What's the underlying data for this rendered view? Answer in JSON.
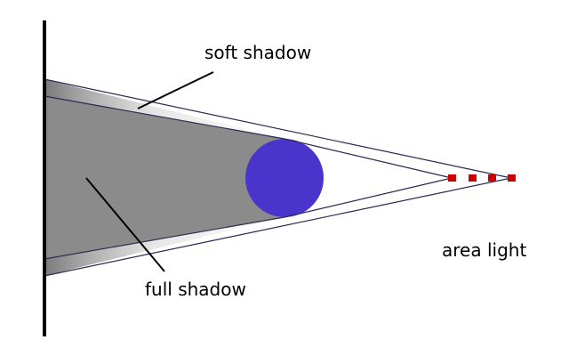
{
  "labels": {
    "soft_shadow": "soft shadow",
    "full_shadow": "full shadow",
    "area_light": "area light"
  },
  "colors": {
    "background": "#ffffff",
    "wall": "#000000",
    "full_shadow": "#8c8c8c",
    "soft_shadow_gradient_dark": "#808080",
    "soft_shadow_gradient_light": "#ffffff",
    "occluder": "#4a35cc",
    "ray_lines": "#2a2a55",
    "light_points": "#cc0000",
    "leader_lines": "#000000"
  },
  "icons": {
    "occluder": "blue-sphere",
    "light": "red-square-points"
  }
}
